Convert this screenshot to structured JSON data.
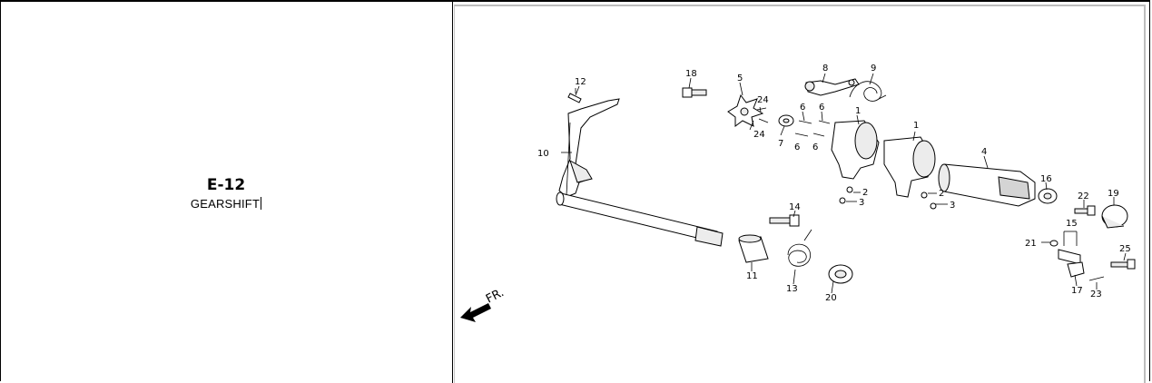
{
  "section": {
    "code": "E-12",
    "title": "GEARSHIFT"
  },
  "diagram": {
    "direction_label": "FR.",
    "callouts": [
      {
        "id": "c1a",
        "label": "1"
      },
      {
        "id": "c1b",
        "label": "1"
      },
      {
        "id": "c2a",
        "label": "2"
      },
      {
        "id": "c2b",
        "label": "2"
      },
      {
        "id": "c3a",
        "label": "3"
      },
      {
        "id": "c3b",
        "label": "3"
      },
      {
        "id": "c4",
        "label": "4"
      },
      {
        "id": "c5",
        "label": "5"
      },
      {
        "id": "c6a",
        "label": "6"
      },
      {
        "id": "c6b",
        "label": "6"
      },
      {
        "id": "c6c",
        "label": "6"
      },
      {
        "id": "c6d",
        "label": "6"
      },
      {
        "id": "c7",
        "label": "7"
      },
      {
        "id": "c8",
        "label": "8"
      },
      {
        "id": "c9",
        "label": "9"
      },
      {
        "id": "c10",
        "label": "10"
      },
      {
        "id": "c11",
        "label": "11"
      },
      {
        "id": "c12",
        "label": "12"
      },
      {
        "id": "c13",
        "label": "13"
      },
      {
        "id": "c14",
        "label": "14"
      },
      {
        "id": "c15",
        "label": "15"
      },
      {
        "id": "c16",
        "label": "16"
      },
      {
        "id": "c17",
        "label": "17"
      },
      {
        "id": "c18",
        "label": "18"
      },
      {
        "id": "c19",
        "label": "19"
      },
      {
        "id": "c20",
        "label": "20"
      },
      {
        "id": "c21",
        "label": "21"
      },
      {
        "id": "c22",
        "label": "22"
      },
      {
        "id": "c23",
        "label": "23"
      },
      {
        "id": "c24a",
        "label": "24"
      },
      {
        "id": "c24b",
        "label": "24"
      },
      {
        "id": "c25",
        "label": "25"
      }
    ]
  }
}
